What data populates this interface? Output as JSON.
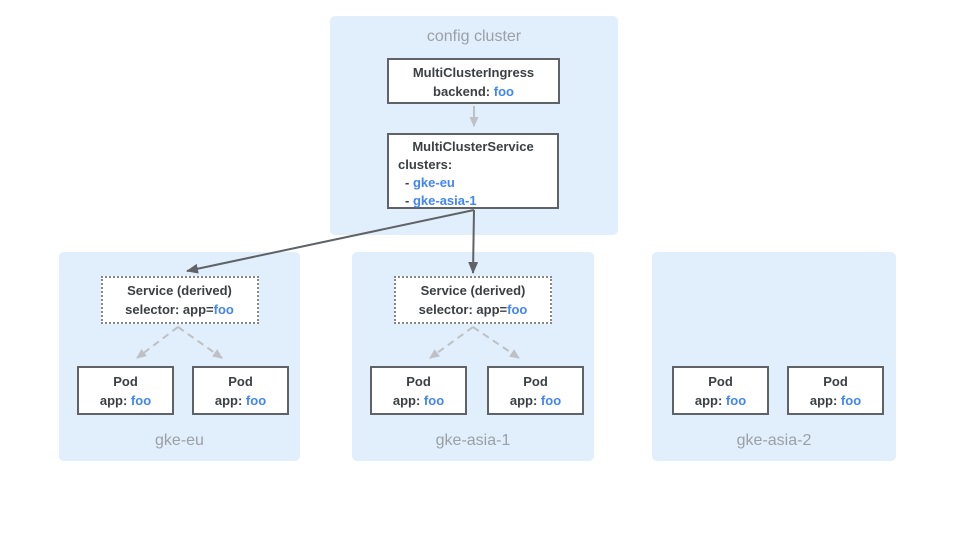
{
  "colors": {
    "region_background": "#e1eefb",
    "node_border": "#5f6368",
    "text_dark": "#3c4043",
    "text_blue": "#4285f4",
    "text_gray": "#9aa0a6",
    "arrow_dark": "#5f6368",
    "arrow_light": "#bdc1c6"
  },
  "config_cluster": {
    "label": "config cluster",
    "mci": {
      "title": "MultiClusterIngress",
      "backend_label": "backend:",
      "backend_value": "foo"
    },
    "mcs": {
      "title": "MultiClusterService",
      "clusters_label": "clusters:",
      "clusters": [
        {
          "dash": "-",
          "name": "gke-eu"
        },
        {
          "dash": "-",
          "name": "gke-asia-1"
        }
      ]
    }
  },
  "clusters": [
    {
      "name": "gke-eu",
      "service": {
        "title": "Service (derived)",
        "selector_label": "selector: app=",
        "selector_value": "foo"
      },
      "pods": [
        {
          "title": "Pod",
          "app_label": "app:",
          "app_value": "foo"
        },
        {
          "title": "Pod",
          "app_label": "app:",
          "app_value": "foo"
        }
      ]
    },
    {
      "name": "gke-asia-1",
      "service": {
        "title": "Service (derived)",
        "selector_label": "selector: app=",
        "selector_value": "foo"
      },
      "pods": [
        {
          "title": "Pod",
          "app_label": "app:",
          "app_value": "foo"
        },
        {
          "title": "Pod",
          "app_label": "app:",
          "app_value": "foo"
        }
      ]
    },
    {
      "name": "gke-asia-2",
      "pods": [
        {
          "title": "Pod",
          "app_label": "app:",
          "app_value": "foo"
        },
        {
          "title": "Pod",
          "app_label": "app:",
          "app_value": "foo"
        }
      ]
    }
  ]
}
